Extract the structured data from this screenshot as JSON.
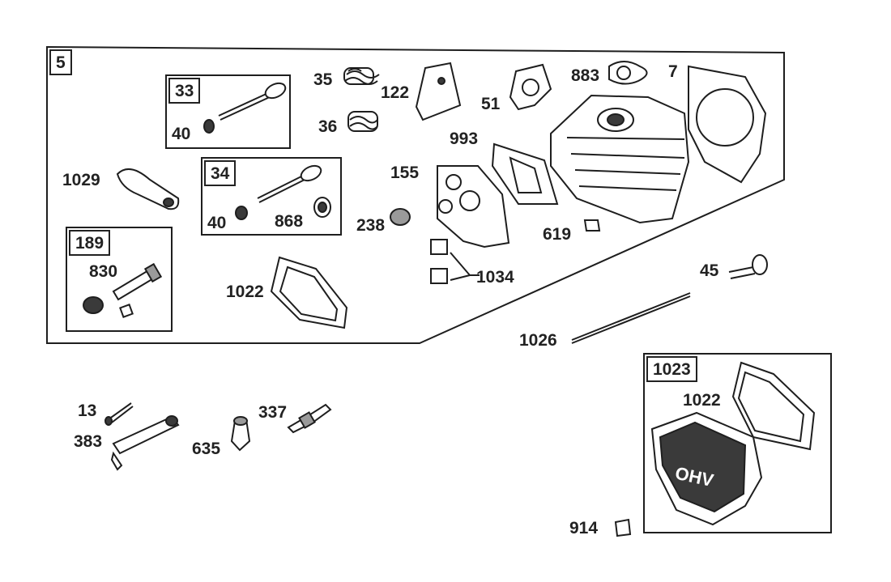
{
  "callouts": {
    "group_5": "5",
    "group_33": "33",
    "group_34": "34",
    "group_189": "189",
    "group_1023": "1023",
    "c_40a": "40",
    "c_40b": "40",
    "c_868": "868",
    "c_1029": "1029",
    "c_830": "830",
    "c_35": "35",
    "c_36": "36",
    "c_122": "122",
    "c_51": "51",
    "c_883": "883",
    "c_7": "7",
    "c_993": "993",
    "c_155": "155",
    "c_238": "238",
    "c_619": "619",
    "c_1034": "1034",
    "c_1022a": "1022",
    "c_45": "45",
    "c_1026": "1026",
    "c_1022b": "1022",
    "c_914": "914",
    "c_13": "13",
    "c_383": "383",
    "c_635": "635",
    "c_337": "337"
  },
  "cover_text": "OHV"
}
